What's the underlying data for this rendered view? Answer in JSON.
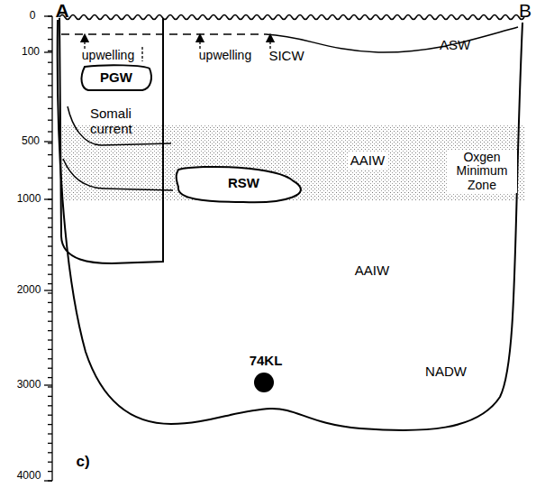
{
  "diagram": {
    "nodes": [
      {
        "text": [
          "Somali current"
        ]
      },
      {
        "text": [
          "PGW"
        ],
        "in": 0
      },
      {
        "text": [
          "RSW"
        ]
      }
    ],
    "labels": [
      "A",
      "B",
      "0",
      "100",
      "500",
      "1000",
      "2000",
      "3000",
      "4000",
      "upwelling",
      "upwelling",
      "SICW",
      "ASW",
      "AAIW",
      "AAIW",
      "Oxgen Minimum Zone",
      "NADW",
      "74KL",
      "c)"
    ]
  }
}
